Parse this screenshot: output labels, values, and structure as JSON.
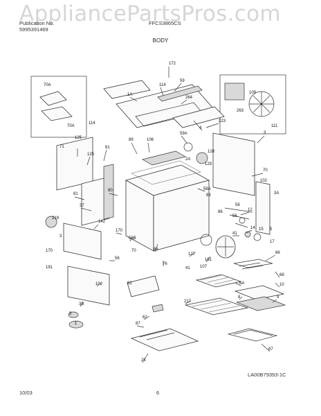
{
  "header": {
    "watermark": "AppliancePartsPros.com",
    "publication_line": "Publication No.",
    "publication_no": "5995391469",
    "model_no": "FFCS3865CS",
    "section_title": "BODY"
  },
  "footer": {
    "date": "10/03",
    "page": "6",
    "figure_code": "LA00B79393-1C"
  },
  "callouts": [
    "172",
    "59",
    "1A",
    "114",
    "264",
    "4",
    "223",
    "70A",
    "70A",
    "114",
    "125",
    "109",
    "263",
    "111",
    "71",
    "125",
    "81",
    "89",
    "106",
    "59A",
    "128",
    "129",
    "2A",
    "3",
    "70",
    "81",
    "80",
    "37",
    "58A",
    "83",
    "12",
    "102",
    "3A",
    "219",
    "142",
    "170",
    "58B",
    "86",
    "58",
    "86",
    "41",
    "56",
    "14",
    "15",
    "5",
    "17",
    "170",
    "191",
    "3",
    "70",
    "56",
    "76",
    "127",
    "161",
    "41",
    "107",
    "66",
    "68",
    "10",
    "102",
    "62",
    "217",
    "6A",
    "8",
    "9",
    "3B",
    "5",
    "62",
    "87",
    "1",
    "67",
    "25"
  ]
}
